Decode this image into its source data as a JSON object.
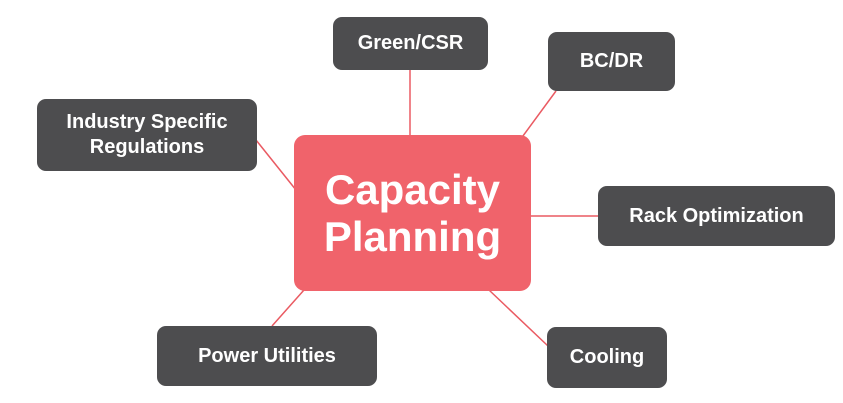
{
  "colors": {
    "center_fill": "#f0636b",
    "node_fill": "#4d4d4f",
    "connector": "#ea5a62"
  },
  "center": {
    "label": "Capacity\nPlanning"
  },
  "nodes": {
    "green_csr": "Green/CSR",
    "bc_dr": "BC/DR",
    "industry_regulations": "Industry Specific\nRegulations",
    "rack_optimization": "Rack Optimization",
    "power_utilities": "Power Utilities",
    "cooling": "Cooling"
  }
}
